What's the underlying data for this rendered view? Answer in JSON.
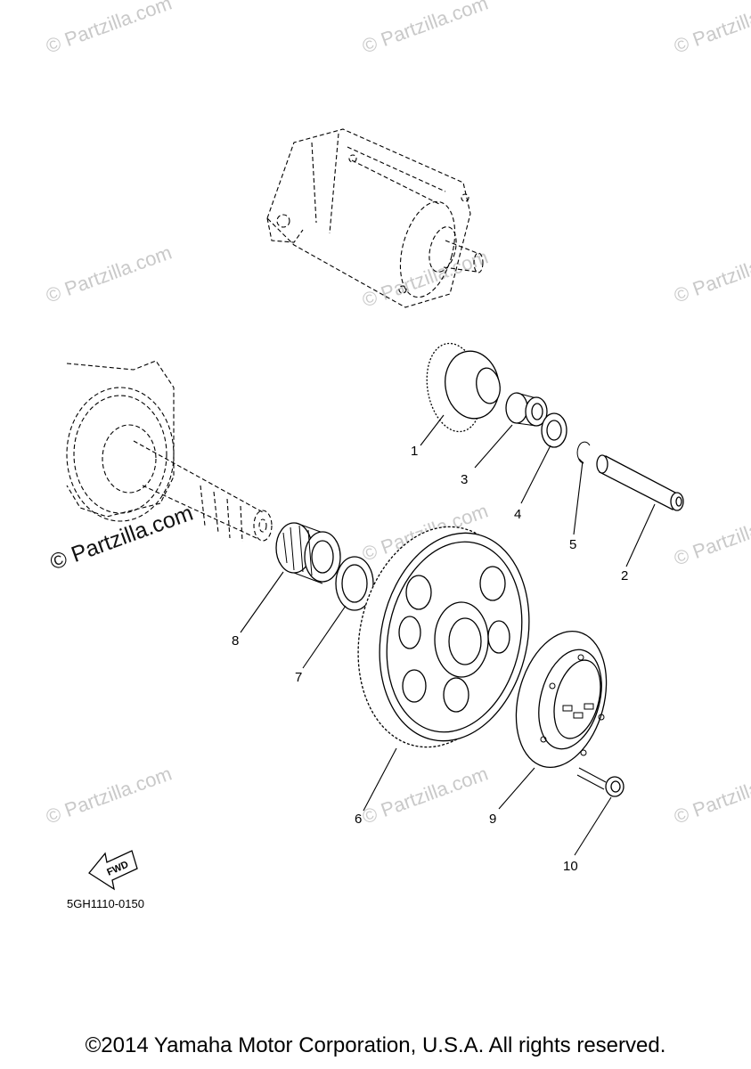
{
  "diagram": {
    "drawing_code": "5GH1110-0150",
    "fwd_label": "FWD",
    "copyright": "©2014 Yamaha Motor Corporation, U.S.A. All rights reserved.",
    "watermark_text": "© Partzilla.com",
    "callouts": [
      "1",
      "2",
      "3",
      "4",
      "5",
      "6",
      "7",
      "8",
      "9",
      "10"
    ]
  }
}
